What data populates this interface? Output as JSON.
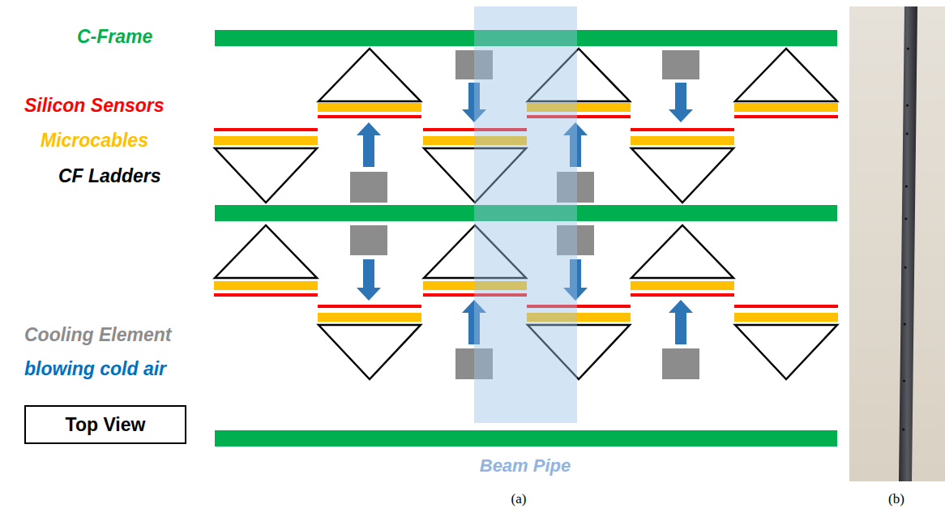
{
  "diagram": {
    "nodes": [
      {
        "text": [
          "Top View"
        ]
      }
    ],
    "labels": [
      "C-Frame",
      "Silicon Sensors",
      "Microcables",
      "CF Ladders",
      "Cooling Element",
      "blowing cold air",
      "Beam Pipe",
      "(a)",
      "(b)"
    ]
  }
}
